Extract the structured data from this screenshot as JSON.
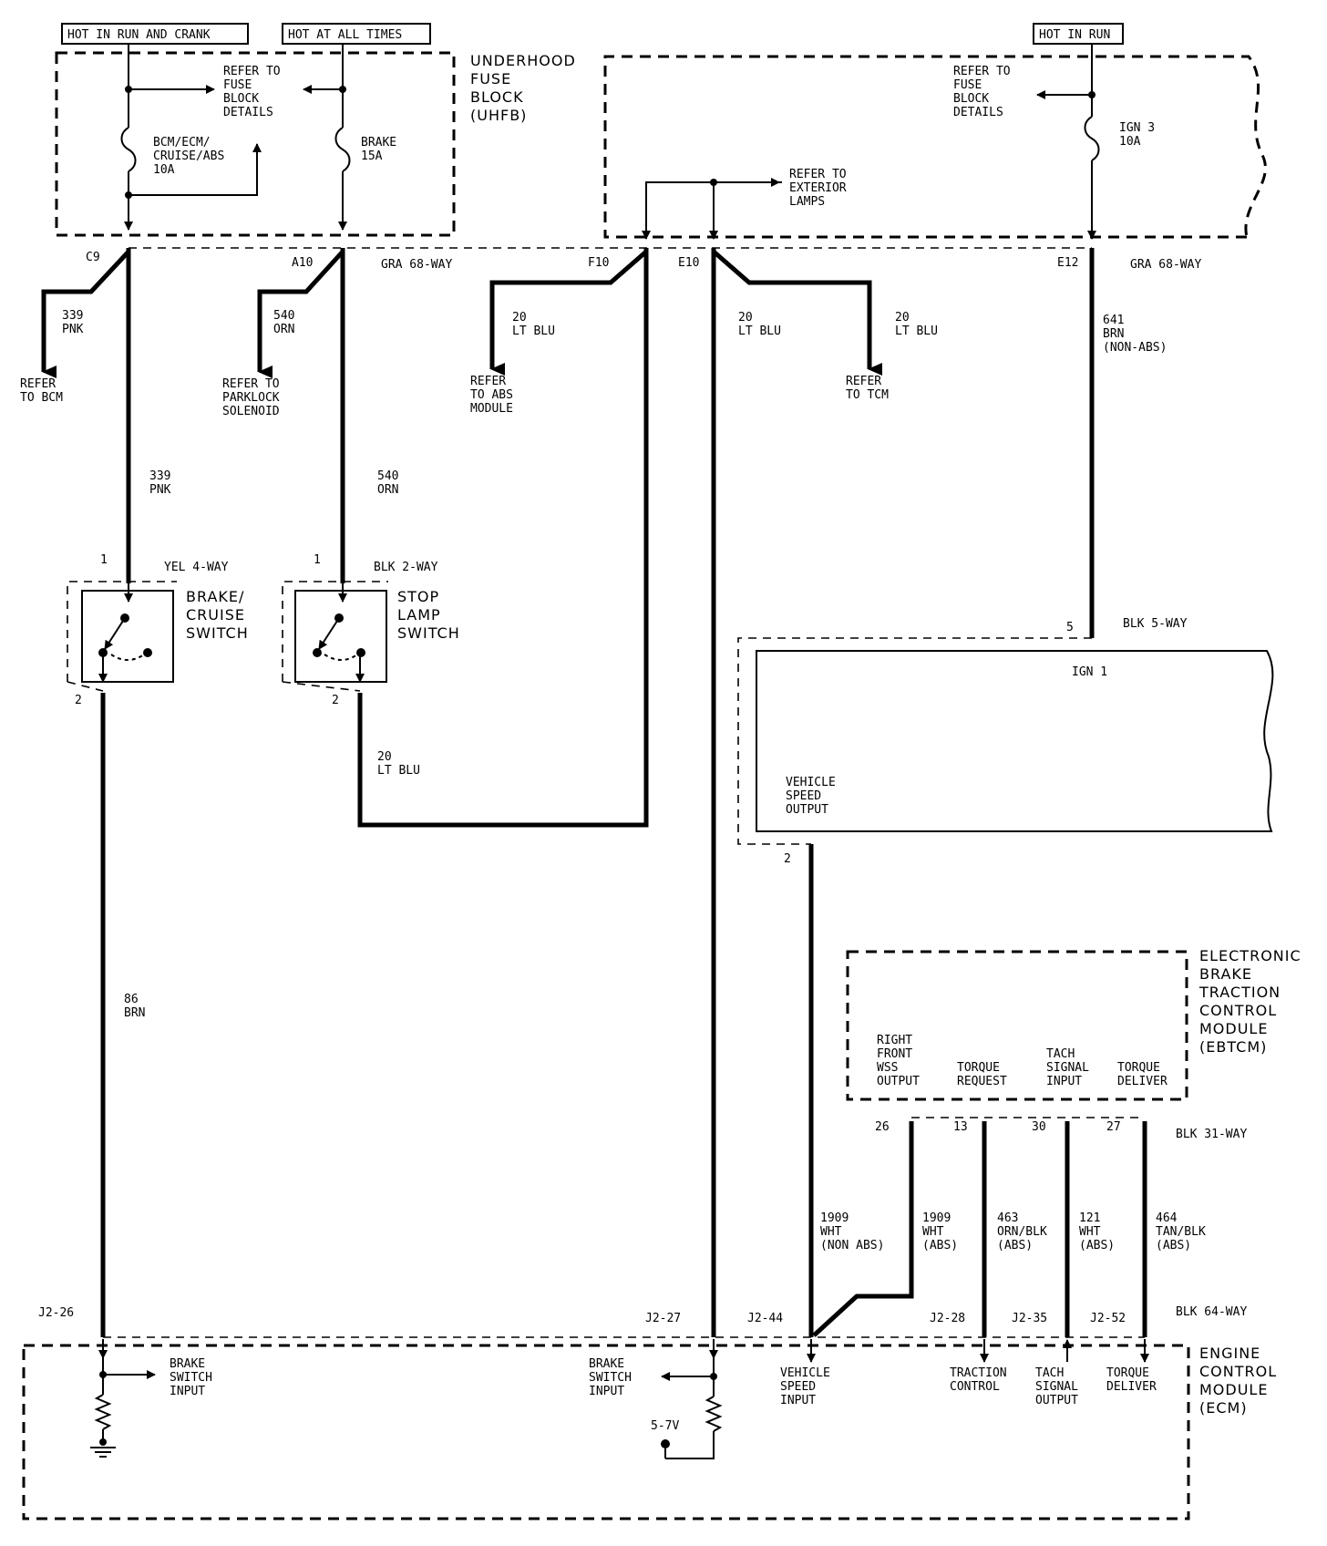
{
  "headers": {
    "hot_run_crank": "HOT IN RUN AND CRANK",
    "hot_all_times": "HOT AT ALL TIMES",
    "hot_in_run": "HOT IN RUN"
  },
  "uhfb": {
    "name": [
      "UNDERHOOD",
      "FUSE",
      "BLOCK",
      "(UHFB)"
    ],
    "refer_fuse_block": [
      "REFER TO",
      "FUSE",
      "BLOCK",
      "DETAILS"
    ],
    "fuse_bcm": [
      "BCM/ECM/",
      "CRUISE/ABS",
      "10A"
    ],
    "fuse_brake": [
      "BRAKE",
      "15A"
    ],
    "connector": "GRA 68-WAY"
  },
  "right_fuse_block": {
    "refer_fuse_block": [
      "REFER TO",
      "FUSE",
      "BLOCK",
      "DETAILS"
    ],
    "fuse_ign3": [
      "IGN 3",
      "10A"
    ],
    "refer_exterior": [
      "REFER TO",
      "EXTERIOR",
      "LAMPS"
    ],
    "connector": "GRA 68-WAY"
  },
  "pins": {
    "c9": "C9",
    "a10": "A10",
    "f10": "F10",
    "e10": "E10",
    "e12": "E12",
    "brake_sw_1": "1",
    "brake_sw_2": "2",
    "stop_sw_1": "1",
    "stop_sw_2": "2",
    "vss_5": "5",
    "vss_2": "2",
    "ebtcm_26": "26",
    "ebtcm_13": "13",
    "ebtcm_30": "30",
    "ebtcm_27": "27",
    "j2_26": "J2-26",
    "j2_27": "J2-27",
    "j2_44": "J2-44",
    "j2_28": "J2-28",
    "j2_35": "J2-35",
    "j2_52": "J2-52"
  },
  "wires": {
    "w339_pnk_branch": [
      "339",
      "PNK"
    ],
    "refer_bcm": [
      "REFER",
      "TO BCM"
    ],
    "w540_orn_branch": [
      "540",
      "ORN"
    ],
    "refer_parklock": [
      "REFER TO",
      "PARKLOCK",
      "SOLENOID"
    ],
    "w20_lt_blu_abs": [
      "20",
      "LT BLU"
    ],
    "refer_abs": [
      "REFER",
      "TO ABS",
      "MODULE"
    ],
    "w20_lt_blu_e10": [
      "20",
      "LT BLU"
    ],
    "w20_lt_blu_tcm": [
      "20",
      "LT BLU"
    ],
    "refer_tcm": [
      "REFER",
      "TO TCM"
    ],
    "w641_brn": [
      "641",
      "BRN",
      "(NON-ABS)"
    ],
    "w339_pnk": [
      "339",
      "PNK"
    ],
    "w540_orn": [
      "540",
      "ORN"
    ],
    "w20_lt_blu_stop": [
      "20",
      "LT BLU"
    ],
    "w86_brn": [
      "86",
      "BRN"
    ],
    "w1909_non_abs": [
      "1909",
      "WHT",
      "(NON ABS)"
    ],
    "w1909_abs": [
      "1909",
      "WHT",
      "(ABS)"
    ],
    "w463": [
      "463",
      "ORN/BLK",
      "(ABS)"
    ],
    "w121": [
      "121",
      "WHT",
      "(ABS)"
    ],
    "w464": [
      "464",
      "TAN/BLK",
      "(ABS)"
    ]
  },
  "switches": {
    "brake_cruise": {
      "connector": "YEL 4-WAY",
      "name": [
        "BRAKE/",
        "CRUISE",
        "SWITCH"
      ]
    },
    "stop_lamp": {
      "connector": "BLK 2-WAY",
      "name": [
        "STOP",
        "LAMP",
        "SWITCH"
      ]
    }
  },
  "vss_module": {
    "connector": "BLK 5-WAY",
    "ign": "IGN 1",
    "output": [
      "VEHICLE",
      "SPEED",
      "OUTPUT"
    ]
  },
  "ebtcm": {
    "name": [
      "ELECTRONIC",
      "BRAKE",
      "TRACTION",
      "CONTROL",
      "MODULE",
      "(EBTCM)"
    ],
    "rf_wss": [
      "RIGHT",
      "FRONT",
      "WSS",
      "OUTPUT"
    ],
    "torque_request": [
      "TORQUE",
      "REQUEST"
    ],
    "tach_input": [
      "TACH",
      "SIGNAL",
      "INPUT"
    ],
    "torque_deliver": [
      "TORQUE",
      "DELIVER"
    ],
    "connector": "BLK 31-WAY"
  },
  "ecm": {
    "name": [
      "ENGINE",
      "CONTROL",
      "MODULE",
      "(ECM)"
    ],
    "connector": "BLK 64-WAY",
    "brake_switch_input_1": [
      "BRAKE",
      "SWITCH",
      "INPUT"
    ],
    "brake_switch_input_2": [
      "BRAKE",
      "SWITCH",
      "INPUT"
    ],
    "voltage": "5-7V",
    "vss_input": [
      "VEHICLE",
      "SPEED",
      "INPUT"
    ],
    "traction_control": [
      "TRACTION",
      "CONTROL"
    ],
    "tach_output": [
      "TACH",
      "SIGNAL",
      "OUTPUT"
    ],
    "torque_deliver": [
      "TORQUE",
      "DELIVER"
    ]
  }
}
